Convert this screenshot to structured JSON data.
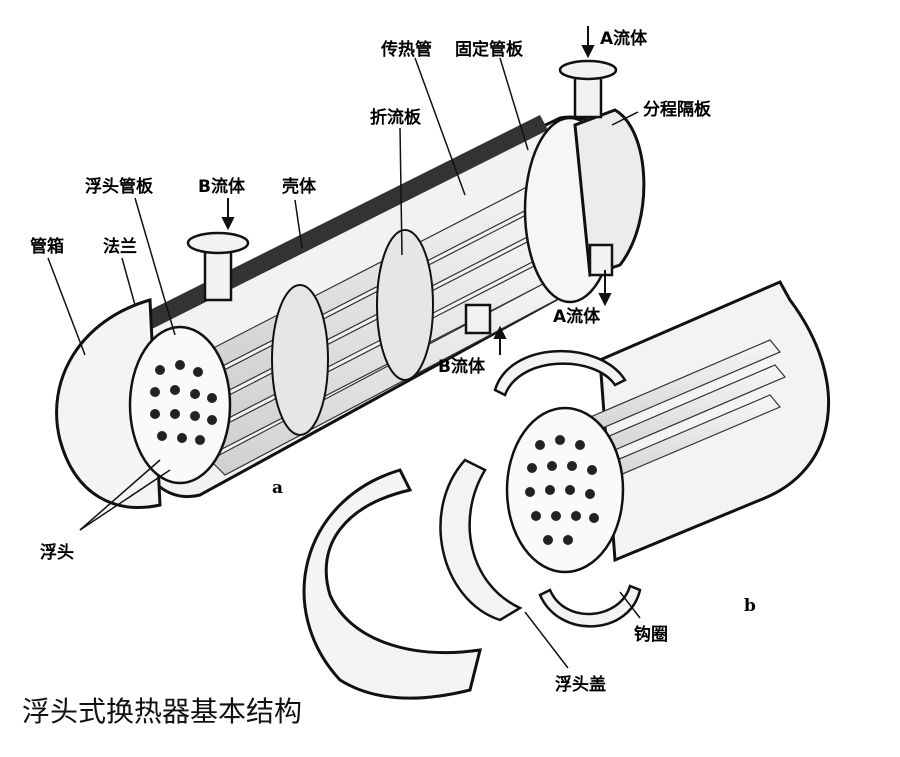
{
  "labels": {
    "tube": "传热管",
    "fixed_tubesheet": "固定管板",
    "fluid_a_in": "A流体",
    "pass_partition": "分程隔板",
    "baffle": "折流板",
    "floating_tubesheet": "浮头管板",
    "fluid_b_in": "B流体",
    "shell": "壳体",
    "channel": "管箱",
    "flange": "法兰",
    "fluid_a_out": "A流体",
    "fluid_b_out": "B流体",
    "floating_head": "浮头",
    "split_ring": "钩圈",
    "floating_head_cover": "浮头盖"
  },
  "marks": {
    "a": "a",
    "b": "b"
  },
  "caption": "浮头式换热器基本结构"
}
